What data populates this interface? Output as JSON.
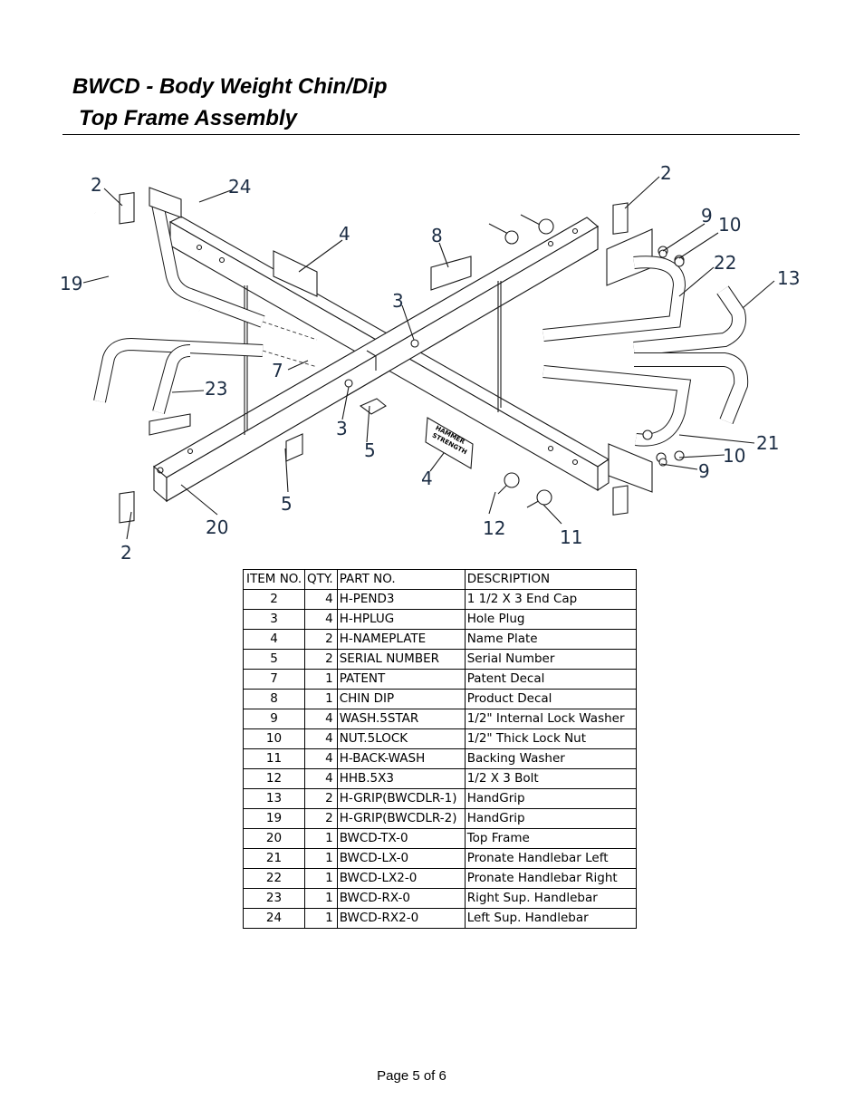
{
  "header": {
    "title_line1": "BWCD - Body Weight Chin/Dip",
    "title_line2": "Top Frame Assembly"
  },
  "diagram": {
    "callouts": [
      "2",
      "24",
      "4",
      "8",
      "2",
      "9",
      "10",
      "22",
      "13",
      "19",
      "3",
      "7",
      "23",
      "3",
      "5",
      "4",
      "21",
      "10",
      "9",
      "5",
      "20",
      "12",
      "11",
      "2"
    ],
    "nameplate_text": [
      "HAMMER",
      "STRENGTH"
    ]
  },
  "parts_table": {
    "headers": [
      "ITEM NO.",
      "QTY.",
      "PART NO.",
      "DESCRIPTION"
    ],
    "rows": [
      [
        "2",
        "4",
        "H-PEND3",
        "1 1/2 X 3 End Cap"
      ],
      [
        "3",
        "4",
        "H-HPLUG",
        "Hole Plug"
      ],
      [
        "4",
        "2",
        "H-NAMEPLATE",
        "Name Plate"
      ],
      [
        "5",
        "2",
        "SERIAL NUMBER",
        "Serial Number"
      ],
      [
        "7",
        "1",
        "PATENT",
        "Patent Decal"
      ],
      [
        "8",
        "1",
        "CHIN DIP",
        "Product Decal"
      ],
      [
        "9",
        "4",
        "WASH.5STAR",
        "1/2\" Internal Lock Washer"
      ],
      [
        "10",
        "4",
        "NUT.5LOCK",
        "1/2\" Thick Lock Nut"
      ],
      [
        "11",
        "4",
        "H-BACK-WASH",
        "Backing Washer"
      ],
      [
        "12",
        "4",
        "HHB.5X3",
        "1/2 X 3 Bolt"
      ],
      [
        "13",
        "2",
        "H-GRIP(BWCDLR-1)",
        "HandGrip"
      ],
      [
        "19",
        "2",
        "H-GRIP(BWCDLR-2)",
        "HandGrip"
      ],
      [
        "20",
        "1",
        "BWCD-TX-0",
        "Top Frame"
      ],
      [
        "21",
        "1",
        "BWCD-LX-0",
        "Pronate Handlebar Left"
      ],
      [
        "22",
        "1",
        "BWCD-LX2-0",
        "Pronate Handlebar Right"
      ],
      [
        "23",
        "1",
        "BWCD-RX-0",
        "Right Sup. Handlebar"
      ],
      [
        "24",
        "1",
        "BWCD-RX2-0",
        "Left Sup. Handlebar"
      ]
    ]
  },
  "footer": {
    "page_label": "Page 5 of 6"
  }
}
